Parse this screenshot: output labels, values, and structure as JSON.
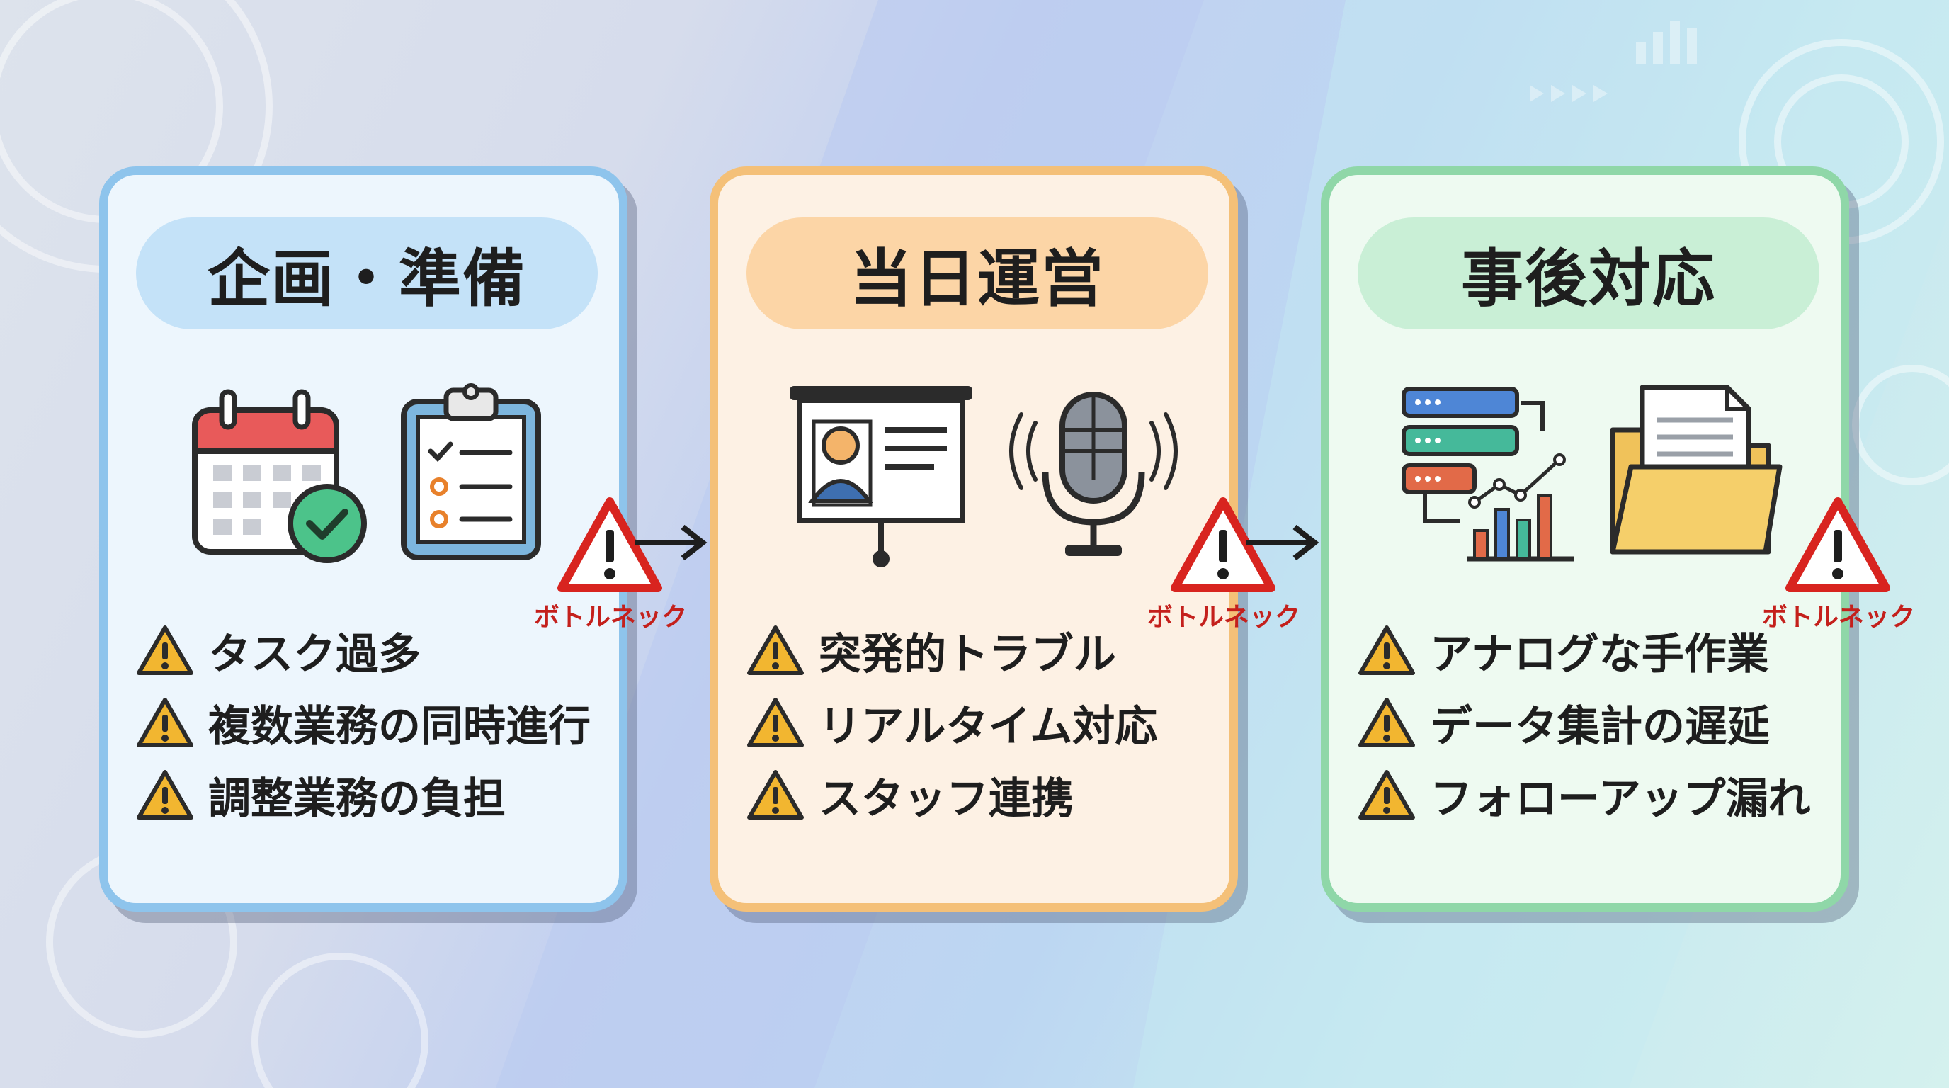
{
  "stages": [
    {
      "title": "企画・準備",
      "issues": [
        "タスク過多",
        "複数業務の同時進行",
        "調整業務の負担"
      ]
    },
    {
      "title": "当日運営",
      "issues": [
        "突発的トラブル",
        "リアルタイム対応",
        "スタッフ連携"
      ]
    },
    {
      "title": "事後対応",
      "issues": [
        "アナログな手作業",
        "データ集計の遅延",
        "フォローアップ漏れ"
      ]
    }
  ],
  "bottleneck_label": "ボトルネック",
  "icons": {
    "stage1": [
      "calendar-check-icon",
      "clipboard-checklist-icon"
    ],
    "stage2": [
      "presentation-board-icon",
      "microphone-icon"
    ],
    "stage3": [
      "database-chart-icon",
      "folder-document-icon"
    ],
    "issue": "warning-icon",
    "bottleneck": "warning-sign-icon"
  },
  "colors": {
    "stage1": "#8ec4ec",
    "stage2": "#f4c078",
    "stage3": "#8fd7a8",
    "warning": "#f2b630",
    "bottleneck": "#d8241f"
  }
}
